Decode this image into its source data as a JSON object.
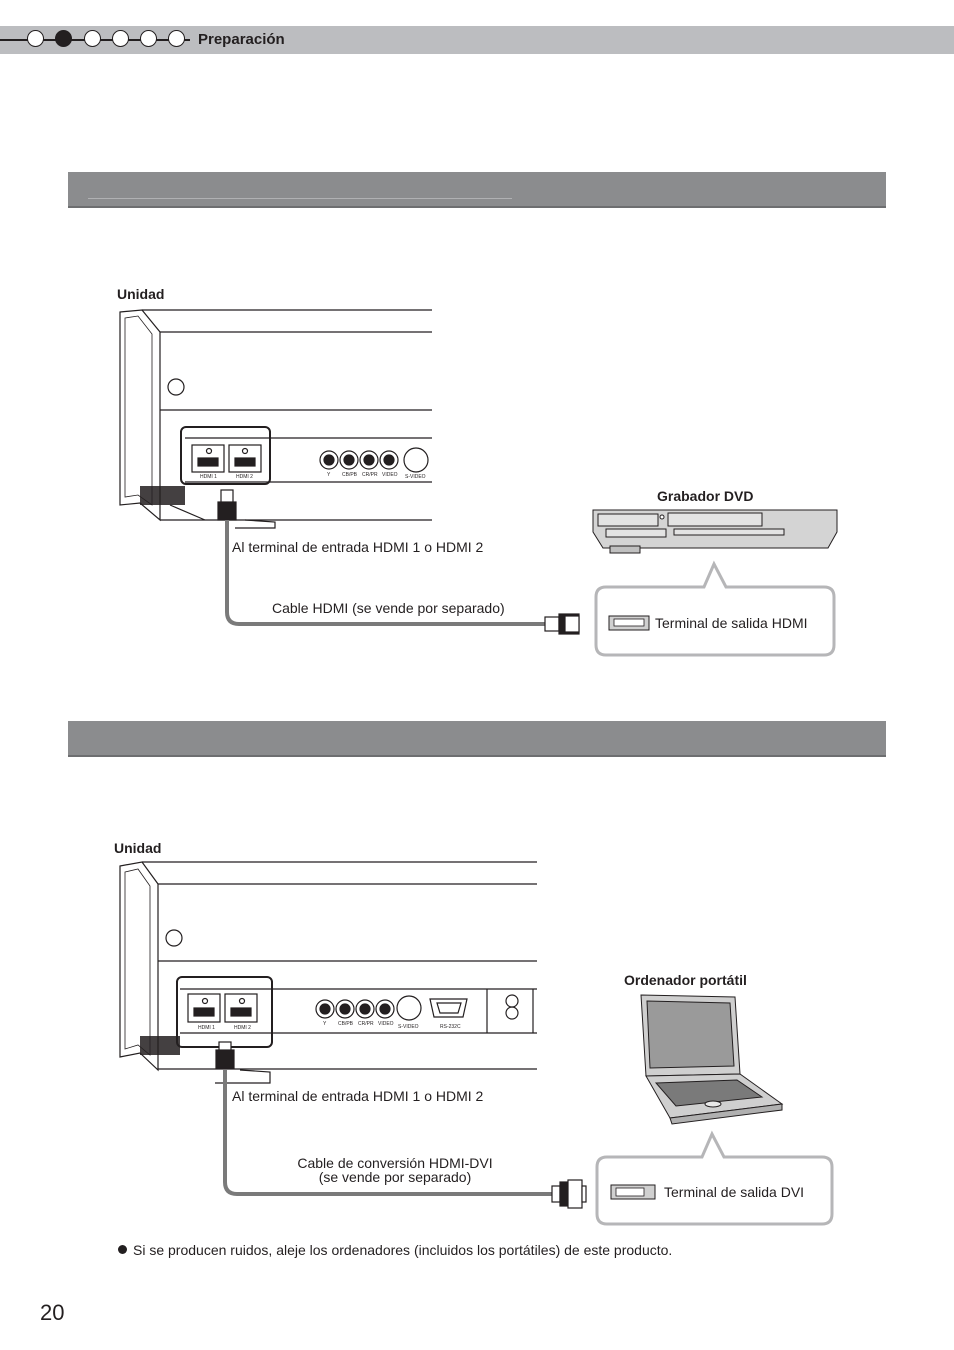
{
  "header": {
    "section_title": "Preparación",
    "progress": {
      "total_steps": 6,
      "current_step": 2
    }
  },
  "diagram1": {
    "unit_label": "Unidad",
    "device_label": "Grabador DVD",
    "input_label": "Al terminal de entrada HDMI 1 o HDMI 2",
    "cable_label": "Cable HDMI (se vende por separado)",
    "output_label": "Terminal de salida HDMI",
    "ports": [
      "HDMI 1",
      "HDMI 2"
    ],
    "jacks": [
      "Y",
      "CB/PB",
      "CR/PR",
      "VIDEO",
      "S-VIDEO"
    ]
  },
  "diagram2": {
    "unit_label": "Unidad",
    "device_label": "Ordenador portátil",
    "input_label": "Al terminal de entrada HDMI 1 o HDMI 2",
    "cable_label_line1": "Cable de conversión HDMI-DVI",
    "cable_label_line2": "(se vende por separado)",
    "output_label": "Terminal de salida DVI",
    "ports": [
      "HDMI 1",
      "HDMI 2"
    ],
    "jacks": [
      "Y",
      "CB/PB",
      "CR/PR",
      "VIDEO",
      "S-VIDEO",
      "RS-232C"
    ]
  },
  "note": "Si se producen ruidos, aleje los ordenadores (incluidos los portátiles) de este producto.",
  "page_number": "20",
  "colors": {
    "header_band": "#bcbdc0",
    "section_band": "#8b8c8e",
    "cable": "#7a7a7a",
    "callout_border": "#b6b6b8"
  }
}
